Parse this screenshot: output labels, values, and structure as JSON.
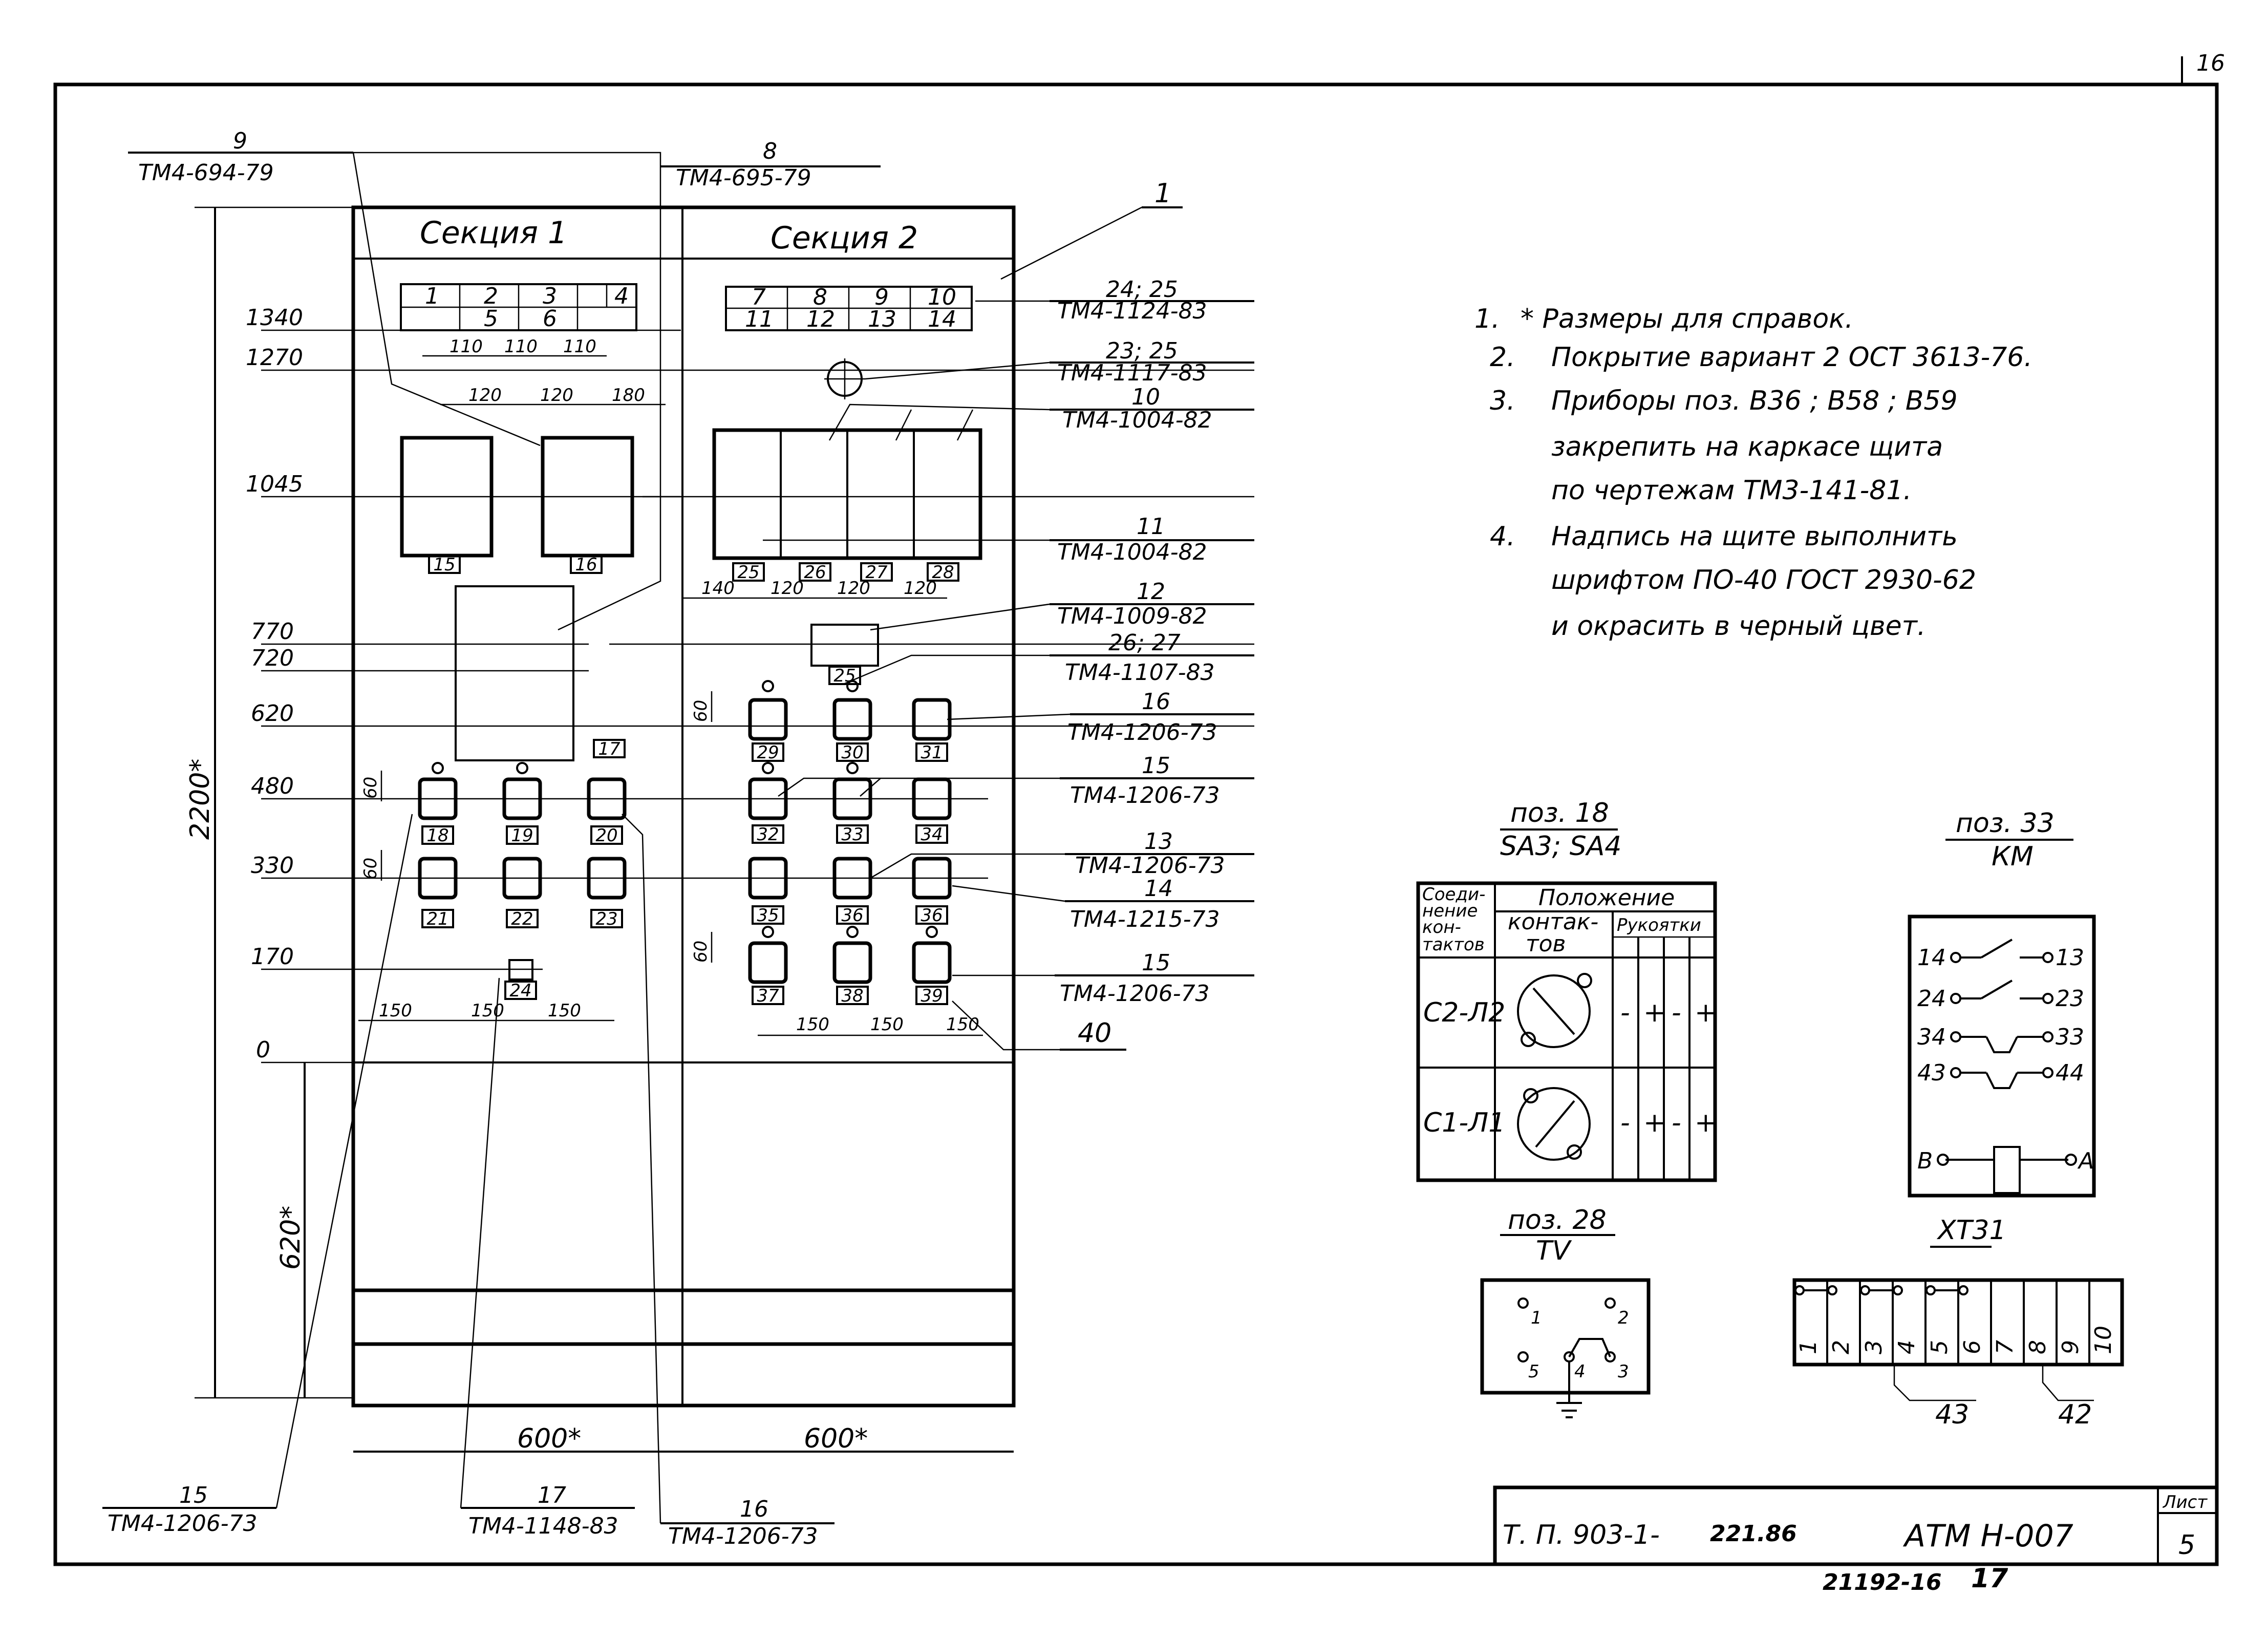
{
  "page": {
    "top_right_mark": "16"
  },
  "panel": {
    "section_1_title": "Секция 1",
    "section_2_title": "Секция 2",
    "section_1_grid_top": [
      "1",
      "2",
      "3",
      "4"
    ],
    "section_1_grid_bottom": [
      "5",
      "6"
    ],
    "section_2_grid_top": [
      "7",
      "8",
      "9",
      "10"
    ],
    "section_2_grid_bottom": [
      "11",
      "12",
      "13",
      "14"
    ],
    "device_tags": {
      "t15": "15",
      "t16": "16",
      "t17": "17",
      "t18": "18",
      "t19": "19",
      "t20": "20",
      "t21": "21",
      "t22": "22",
      "t23": "23",
      "t24": "24",
      "t25a": "25",
      "t26": "26",
      "t27": "27",
      "t28": "28",
      "t25b": "25",
      "t29": "29",
      "t30": "30",
      "t31": "31",
      "t32": "32",
      "t33": "33",
      "t34": "34",
      "t35": "35",
      "t36a": "36",
      "t36b": "36",
      "t37": "37",
      "t38": "38",
      "t39": "39"
    }
  },
  "dimensions": {
    "levels": [
      "1340",
      "1270",
      "1045",
      "770",
      "720",
      "620",
      "480",
      "330",
      "170",
      "0"
    ],
    "height_total": "2200*",
    "height_base": "620*",
    "width_section_1": "600*",
    "width_section_2": "600*",
    "s1_top_spacing": [
      "110",
      "110",
      "110"
    ],
    "s1_upper_spacing": [
      "120",
      "120",
      "180"
    ],
    "s1_bottom_spacing": [
      "150",
      "150",
      "150"
    ],
    "s2_upper_spacing": [
      "140",
      "120",
      "120",
      "120"
    ],
    "s2_bottom_spacing": [
      "150",
      "150",
      "150"
    ],
    "v60_a": "60",
    "v60_b": "60",
    "v60_c": "60",
    "v60_d": "60"
  },
  "callouts": {
    "top_left_num": "9",
    "top_left_code": "ТМ4-694-79",
    "top_mid_num": "8",
    "top_mid_code": "ТМ4-695-79",
    "panel_num": "1",
    "r1_num": "24; 25",
    "r1_code": "ТМ4-1124-83",
    "r2_num": "23; 25",
    "r2_code": "ТМ4-1117-83",
    "r3_num": "10",
    "r3_code": "ТМ4-1004-82",
    "r4_num": "11",
    "r4_code": "ТМ4-1004-82",
    "r5_num": "12",
    "r5_code": "ТМ4-1009-82",
    "r6_num": "26; 27",
    "r6_code": "ТМ4-1107-83",
    "r7_num": "16",
    "r7_code": "ТМ4-1206-73",
    "r8_num": "15",
    "r8_code": "ТМ4-1206-73",
    "r9_num": "13",
    "r9_code": "ТМ4-1206-73",
    "r10_num": "14",
    "r10_code": "ТМ4-1215-73",
    "r11_num": "15",
    "r11_code": "ТМ4-1206-73",
    "r12_num": "40",
    "b1_num": "15",
    "b1_code": "ТМ4-1206-73",
    "b2_num": "17",
    "b2_code": "ТМ4-1148-83",
    "b3_num": "16",
    "b3_code": "ТМ4-1206-73"
  },
  "notes": [
    {
      "num": "1.",
      "lines": [
        "* Размеры для справок."
      ]
    },
    {
      "num": "2.",
      "lines": [
        "Покрытие вариант 2 ОСТ 3613-76."
      ]
    },
    {
      "num": "3.",
      "lines": [
        "Приборы поз. В36 ; В58 ; В59",
        "закрепить на каркасе щита",
        "по чертежам ТМ3-141-81."
      ]
    },
    {
      "num": "4.",
      "lines": [
        "Надпись на щите выполнить",
        "шрифтом ПО-40 ГОСТ 2930-62",
        "и окрасить в черный цвет."
      ]
    }
  ],
  "pos18": {
    "title": "поз. 18",
    "subtitle": "SA3; SA4",
    "head_col1": [
      "Соеди-",
      "нение",
      "кон-",
      "тактов"
    ],
    "head_pos": "Положение",
    "head_contacts": [
      "контак-",
      "тов"
    ],
    "head_handle": "Рукоятки",
    "row1_label": "С2-Л2",
    "row2_label": "С1-Л1",
    "row1_marks": [
      "-",
      "+",
      "-",
      "+"
    ],
    "row2_marks": [
      "-",
      "+",
      "-",
      "+"
    ]
  },
  "pos33": {
    "title": "поз. 33",
    "subtitle": "КМ",
    "contacts": [
      {
        "left": "14",
        "right": "13"
      },
      {
        "left": "24",
        "right": "23"
      },
      {
        "left": "34",
        "right": "33"
      },
      {
        "left": "43",
        "right": "44"
      }
    ],
    "coil_left": "В",
    "coil_right": "А"
  },
  "pos28": {
    "title": "поз. 28",
    "subtitle": "ТV",
    "terminals": [
      "1",
      "2",
      "5",
      "4",
      "3"
    ]
  },
  "xt31": {
    "title": "ХТ31",
    "cells": [
      "1",
      "2",
      "3",
      "4",
      "5",
      "6",
      "7",
      "8",
      "9",
      "10"
    ],
    "bottom_left": "43",
    "bottom_right": "42"
  },
  "title_block": {
    "project": "Т. П. 903-1-",
    "project_hand": "221.86",
    "code": "АТМ Н-007",
    "sheet_label": "Лист",
    "sheet_num": "5",
    "stamp_left": "21192-16",
    "stamp_right": "17"
  }
}
